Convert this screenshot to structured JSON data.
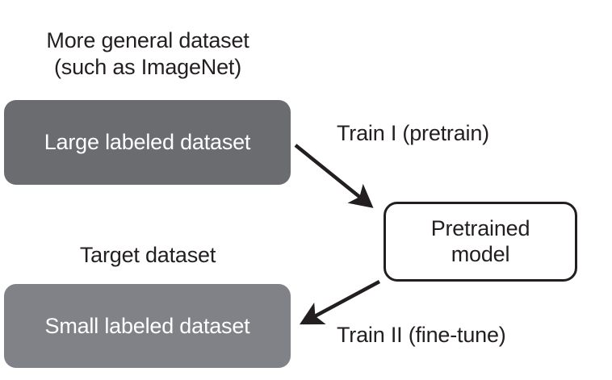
{
  "diagram": {
    "title_source": "More general dataset\n(such as ImageNet)",
    "title_target": "Target dataset",
    "boxes": {
      "large_dataset": "Large labeled dataset",
      "small_dataset": "Small labeled dataset",
      "pretrained_model": "Pretrained\nmodel"
    },
    "edges": {
      "train_one": "Train I (pretrain)",
      "train_two": "Train II (fine-tune)"
    },
    "colors": {
      "large_box_fill": "#6b6c70",
      "small_box_fill": "#808287",
      "box_text": "#ffffff",
      "ink": "#231f20",
      "background": "#ffffff",
      "model_box_fill": "#ffffff"
    },
    "icons": {
      "arrow_pretrain": "arrow-down-right-icon",
      "arrow_finetune": "arrow-down-left-icon"
    }
  }
}
